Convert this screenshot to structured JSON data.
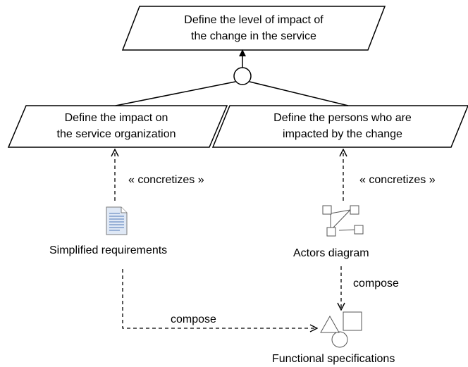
{
  "goals": {
    "top": {
      "line1": "Define the level of impact of",
      "line2": "the change in the service"
    },
    "left": {
      "line1": "Define the impact on",
      "line2": "the service organization"
    },
    "right": {
      "line1": "Define the persons who are",
      "line2": "impacted by the change"
    }
  },
  "relations": {
    "concretizes_left": "« concretizes »",
    "concretizes_right": "« concretizes »",
    "compose_vertical": "compose",
    "compose_horizontal": "compose"
  },
  "artifacts": {
    "requirements": {
      "label": "Simplified requirements",
      "icon": "document-icon"
    },
    "actors": {
      "label": "Actors diagram",
      "icon": "actors-diagram-icon"
    },
    "functional": {
      "label": "Functional specifications",
      "icon": "shapes-icon"
    }
  },
  "colors": {
    "stroke": "#000000",
    "icon_stroke": "#555555",
    "doc_fill": "#dfe8f5",
    "doc_lines": "#6c8fc3"
  }
}
